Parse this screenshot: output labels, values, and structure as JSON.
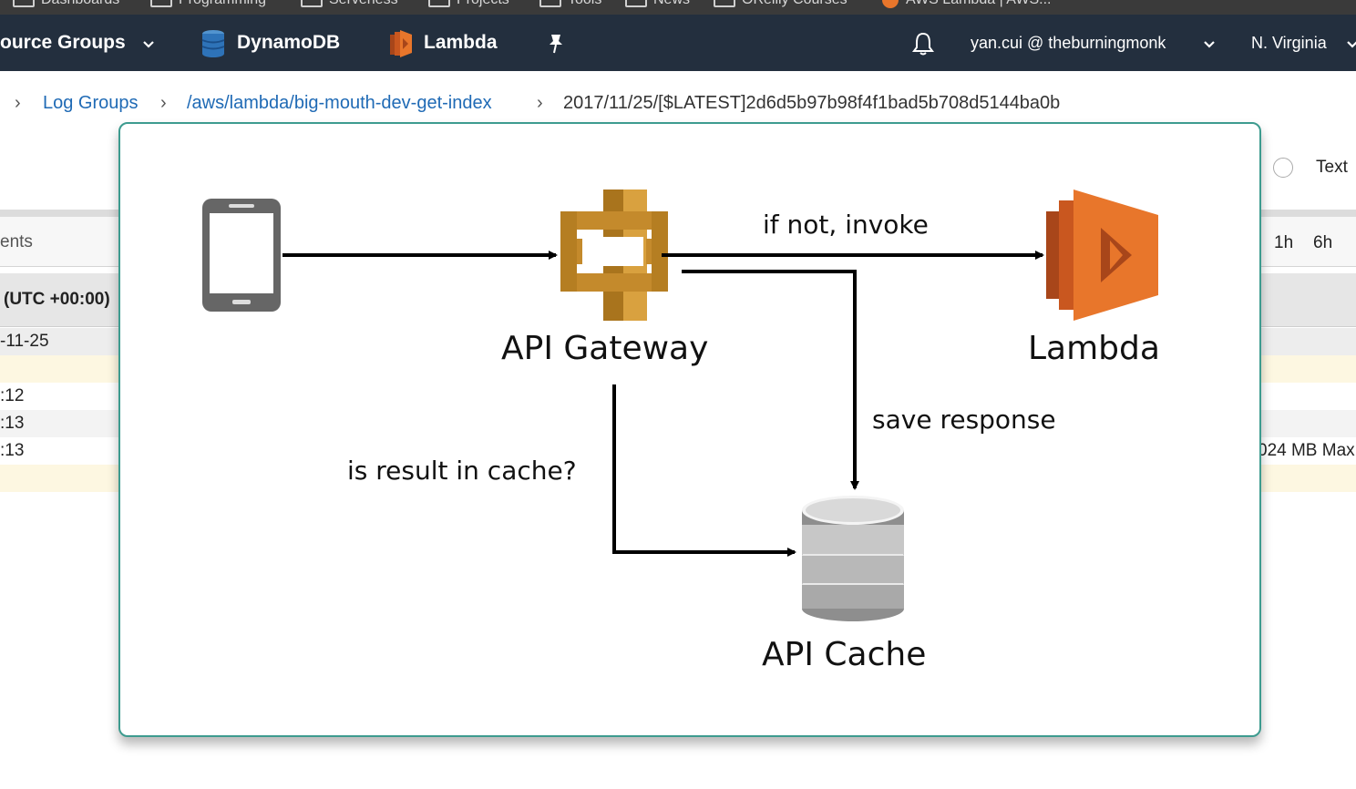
{
  "browser_bookmarks": [
    {
      "label": "Dashboards"
    },
    {
      "label": "Programming"
    },
    {
      "label": "Serverless"
    },
    {
      "label": "Projects"
    },
    {
      "label": "Tools"
    },
    {
      "label": "News"
    },
    {
      "label": "OReilly Courses"
    },
    {
      "label": "AWS Lambda | AWS..."
    }
  ],
  "nav": {
    "resource_groups": "ource Groups",
    "dynamodb": "DynamoDB",
    "lambda": "Lambda",
    "user": "yan.cui @ theburningmonk",
    "region": "N. Virginia",
    "colors": {
      "bar": "#232f3e",
      "dynamodb": "#2e73b8",
      "lambda": "#e8762b"
    }
  },
  "breadcrumb": {
    "log_groups": "Log Groups",
    "group": "/aws/lambda/big-mouth-dev-get-index",
    "stream": "2017/11/25/[$LATEST]2d6d5b97b98f4f1bad5b708d5144ba0b"
  },
  "background": {
    "filter_partial": "ents",
    "time_header": "(UTC +00:00)",
    "date_row": "-11-25",
    "rows": [
      ":12",
      ":13",
      ":13"
    ],
    "text_option": "Text",
    "range_1h": "1h",
    "range_6h": "6h",
    "memory_partial": "024 MB Max"
  },
  "diagram": {
    "nodes": {
      "client": {
        "icon": "smartphone-icon"
      },
      "gateway": {
        "label": "API Gateway",
        "icon": "api-gateway-icon"
      },
      "lambda": {
        "label": "Lambda",
        "icon": "lambda-icon"
      },
      "cache": {
        "label": "API Cache",
        "icon": "database-icon"
      }
    },
    "edges": {
      "invoke": "if not, invoke",
      "save": "save response",
      "check": "is result in cache?"
    },
    "colors": {
      "border": "#3d9b8f",
      "gateway": "#c48a2c",
      "lambda": "#e8762b"
    }
  }
}
